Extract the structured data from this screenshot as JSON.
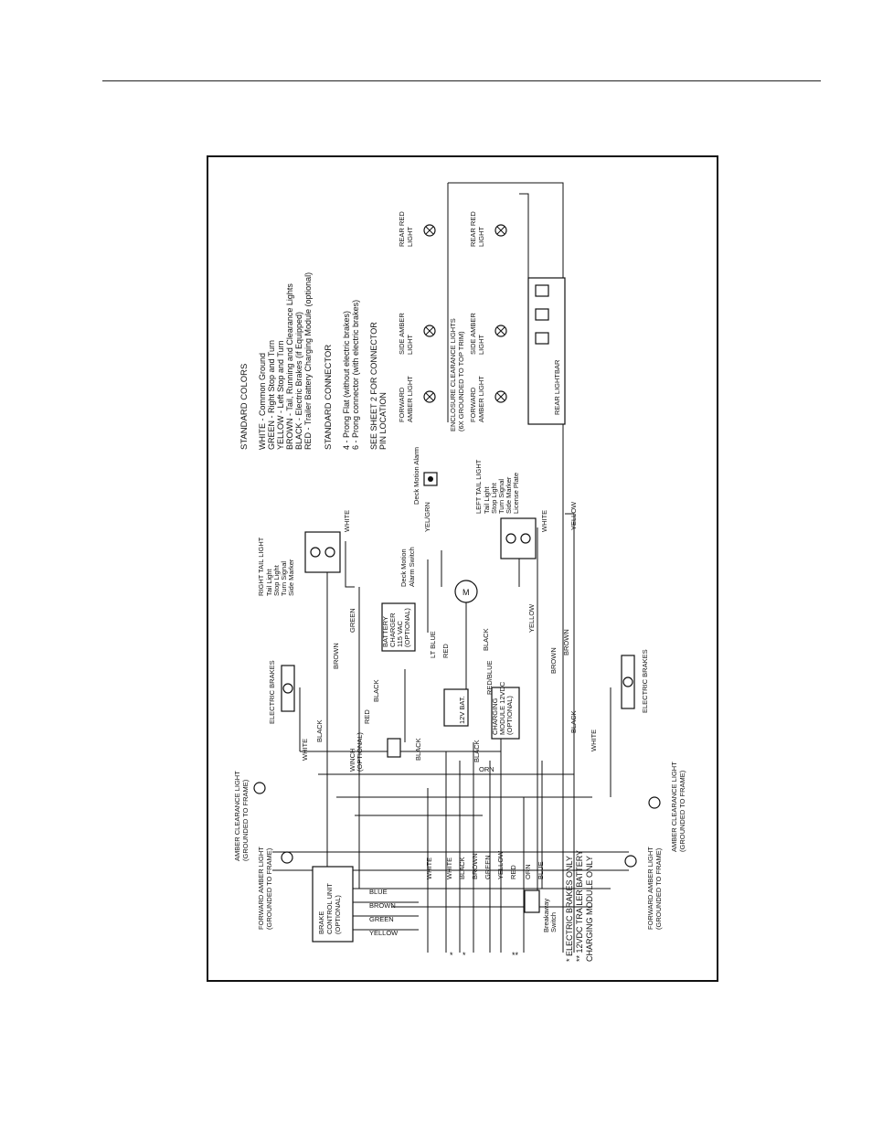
{
  "legend": {
    "title": "STANDARD COLORS",
    "lines": [
      "WHITE  - Common Ground",
      "GREEN  - Right Stop and Turn",
      "YELLOW - Left Stop and Turn",
      "BROWN  - Tail, Running and Clearance Lights",
      "BLACK  - Electric Brakes (if Equipped)",
      "RED    - Trailer Battery Charging Module (optional)"
    ],
    "connector_title": "STANDARD CONNECTOR",
    "connector_lines": [
      "4 - Prong Flat (without electric brakes)",
      "6 - Prong connector (with electric brakes)"
    ],
    "see_lines": [
      "SEE SHEET 2 FOR CONNECTOR",
      "PIN LOCATION"
    ]
  },
  "notes": [
    "*   ELECTRIC BRAKES ONLY",
    "** 12VDC TRAILER BATTERY",
    "    CHARGING MODULE ONLY"
  ],
  "components": {
    "rear_red_light_1": [
      "REAR RED",
      "LIGHT"
    ],
    "rear_red_light_2": [
      "REAR RED",
      "LIGHT"
    ],
    "side_amber_light_1": [
      "SIDE AMBER",
      "LIGHT"
    ],
    "side_amber_light_2": [
      "SIDE AMBER",
      "LIGHT"
    ],
    "forward_amber_light_1": [
      "FORWARD",
      "AMBER LIGHT"
    ],
    "forward_amber_light_2": [
      "FORWARD",
      "AMBER LIGHT"
    ],
    "enclosure": [
      "ENCLOSURE CLEARANCE LIGHTS",
      "(6X GROUNDED TO TOP TRIM)"
    ],
    "rear_lightbar": "REAR LIGHTBAR",
    "deck_motion_alarm": "Deck Motion Alarm",
    "deck_motion_switch": [
      "Deck Motion",
      "Alarm Switch"
    ],
    "right_tail": [
      "RIGHT TAIL LIGHT",
      "Tail Light",
      "Stop Light",
      "Turn Signal",
      "Side Marker"
    ],
    "left_tail": [
      "LEFT TAIL LIGHT",
      "Tail Light",
      "Stop Light",
      "Turn Signal",
      "Side Marker",
      "License Plate"
    ],
    "battery_charger": [
      "BATTERY",
      "CHARGER",
      "115 VAC",
      "(OPTIONAL)"
    ],
    "battery": [
      "12V BAT."
    ],
    "charging_module": [
      "CHARGING",
      "MODULE 12VDC",
      "(OPTIONAL)"
    ],
    "winch": [
      "WINCH",
      "(OPTIONAL)"
    ],
    "electric_brakes_1": "ELECTRIC BRAKES",
    "electric_brakes_2": "ELECTRIC BRAKES",
    "amber_clearance_1": [
      "AMBER CLEARANCE LIGHT",
      "(GROUNDED TO FRAME)"
    ],
    "amber_clearance_2": [
      "AMBER CLEARANCE LIGHT",
      "(GROUNDED TO FRAME)"
    ],
    "forward_amber_grounded_1": [
      "FORWARD AMBER LIGHT",
      "(GROUNDED TO FRAME)"
    ],
    "forward_amber_grounded_2": [
      "FORWARD AMBER LIGHT",
      "(GROUNDED TO FRAME)"
    ],
    "brake_control": [
      "BRAKE",
      "CONTROL UNIT",
      "(OPTIONAL)"
    ],
    "breakaway": [
      "Breakaway",
      "Switch"
    ],
    "motor": "M"
  },
  "wires": {
    "white": "WHITE",
    "green": "GREEN",
    "brown": "BROWN",
    "black": "BLACK",
    "yellow": "YELLOW",
    "red": "RED",
    "lt_blue": "LT BLUE",
    "yel_grn": "YEL/GRN",
    "orn": "ORN",
    "blue": "BLUE",
    "red_blue": "RED/BLUE",
    "yellow_bcu": "YELLOW",
    "green_bcu": "GREEN",
    "brown_bcu": "BROWN",
    "blue_bcu": "BLUE",
    "star1": "*",
    "star2": "*",
    "dstar": "**"
  }
}
